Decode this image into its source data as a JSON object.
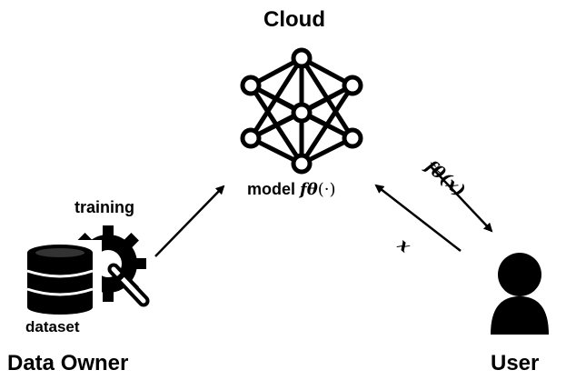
{
  "cloud": {
    "title": "Cloud",
    "model_label": "model",
    "model_func": "fθ",
    "model_arg": "(·)"
  },
  "data_owner": {
    "title": "Data Owner",
    "training_label": "training",
    "dataset_label": "dataset"
  },
  "user": {
    "title": "User"
  },
  "flows": {
    "output_label": "fθ(x)",
    "input_label": "x"
  },
  "icons": [
    "neural-network-icon",
    "database-icon",
    "gear-wrench-icon",
    "user-icon"
  ]
}
